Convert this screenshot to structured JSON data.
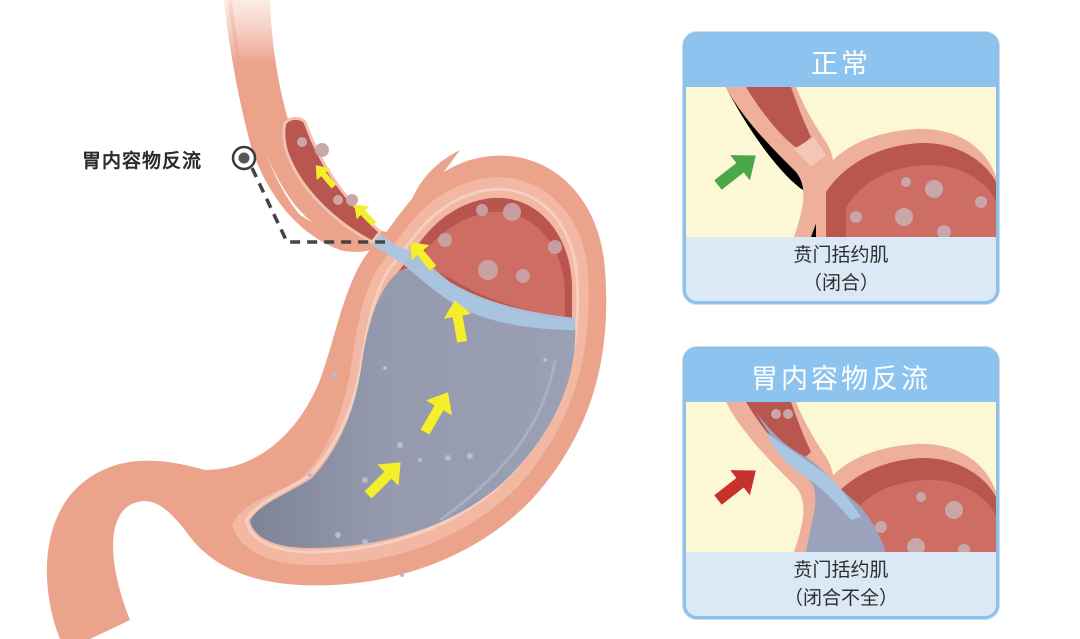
{
  "main_diagram": {
    "callout_label": "胃内容物反流",
    "callout_icon": "target-marker-icon",
    "colors": {
      "stomach_wall": "#e9a08a",
      "stomach_wall_outer": "#f0b4a0",
      "mucosa": "#c9675f",
      "gastric_fluid": "#9499ab",
      "fluid_highlight": "#a9c6e2",
      "arrow": "#f5ee2a",
      "callout_line": "#444444"
    }
  },
  "panels": [
    {
      "id": "normal",
      "title": "正常",
      "caption_line1": "贲门括约肌",
      "caption_line2": "（闭合）",
      "arrow_color": "#4aa84a",
      "arrow_icon": "green-arrow-icon"
    },
    {
      "id": "reflux",
      "title": "胃内容物反流",
      "caption_line1": "贲门括约肌",
      "caption_line2": "（闭合不全）",
      "arrow_color": "#c8302c",
      "arrow_icon": "red-arrow-icon"
    }
  ]
}
